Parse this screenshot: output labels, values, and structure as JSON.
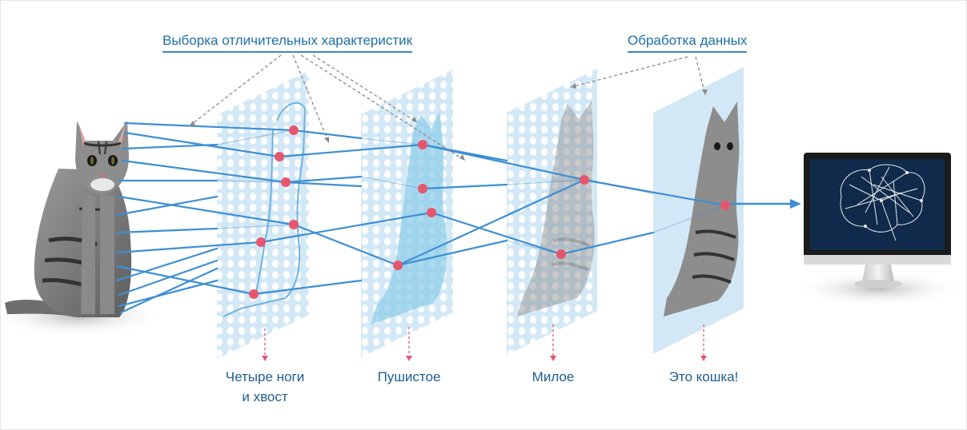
{
  "labels": {
    "feature_extraction": "Выборка отличительных характеристик",
    "data_processing": "Обработка данных"
  },
  "layers": [
    {
      "line1": "Четыре ноги",
      "line2": "и хвост"
    },
    {
      "line1": "Пушистое",
      "line2": ""
    },
    {
      "line1": "Милое",
      "line2": ""
    },
    {
      "line1": "Это кошка!",
      "line2": ""
    }
  ],
  "colors": {
    "connection": "#3d8fd4",
    "node": "#e5566e",
    "panel": "#cfe6f5",
    "label": "#1c6fa6",
    "monitor_screen": "#0f2a4a"
  }
}
